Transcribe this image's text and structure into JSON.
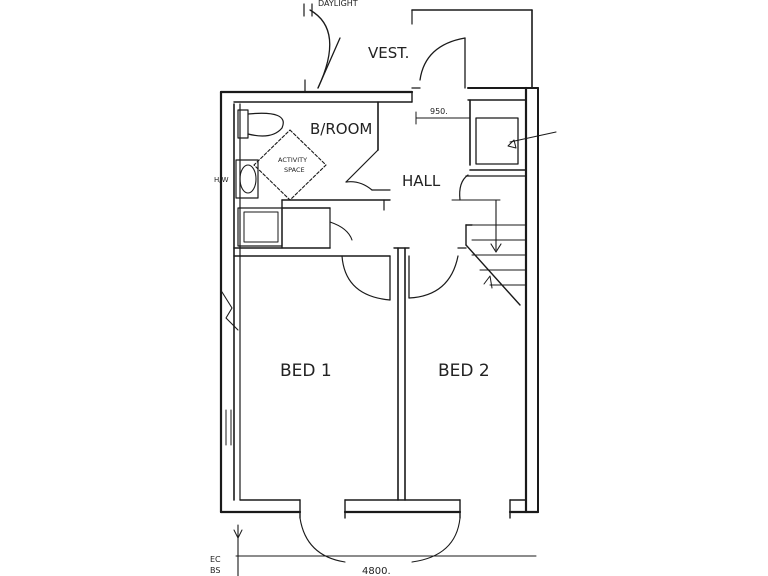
{
  "rooms": {
    "vestibule": "VEST.",
    "bathroom": "B/ROOM",
    "hall": "HALL",
    "bed1": "BED 1",
    "bed2": "BED 2"
  },
  "annotations": {
    "activity_space_line1": "ACTIVITY",
    "activity_space_line2": "SPACE",
    "hall_dimension": "950.",
    "overall_width": "4800.",
    "wall_tag": "H/W",
    "bottom_tag_line1": "EC",
    "bottom_tag_line2": "BS",
    "top_label": "DAYLIGHT"
  }
}
